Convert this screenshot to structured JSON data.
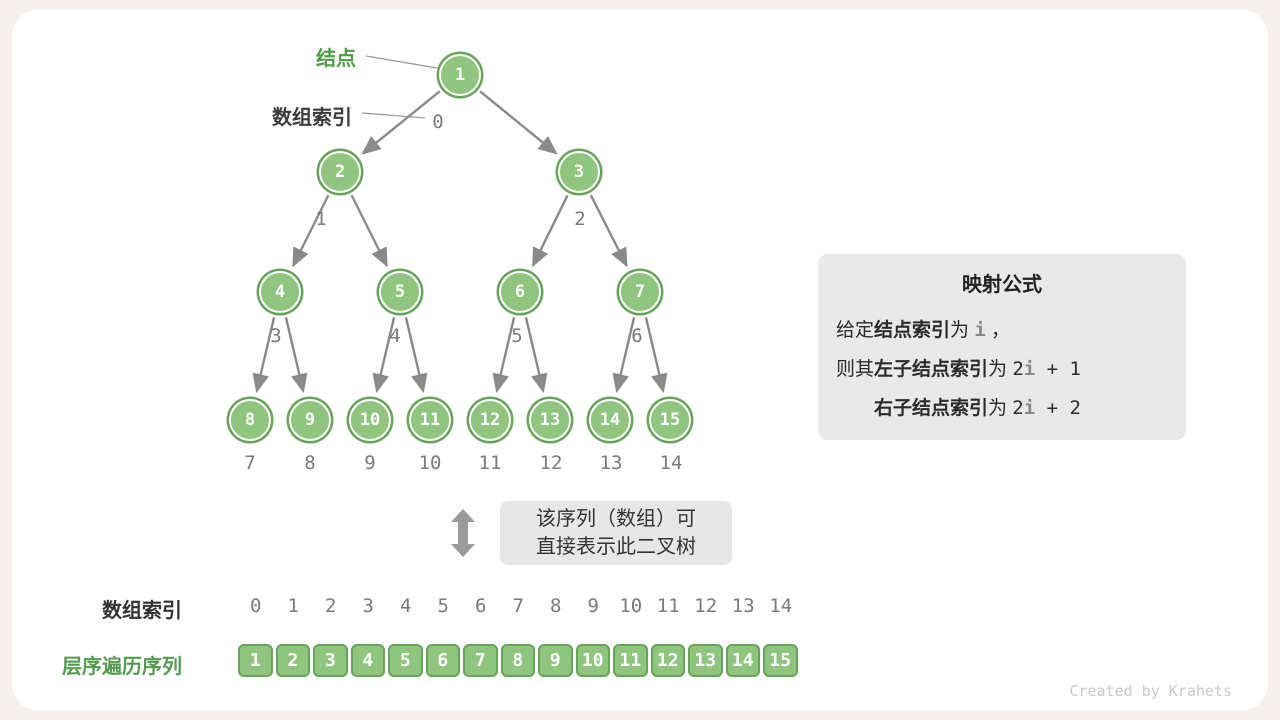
{
  "labels": {
    "node_pointer": "结点",
    "index_pointer": "数组索引",
    "bottom_index": "数组索引",
    "sequence": "层序遍历序列",
    "watermark": "Created by Krahets"
  },
  "colors": {
    "node_fill": "#8fc57f",
    "node_border": "#67a35a",
    "green_text": "#4f9b47",
    "arrow_gray": "#8a8a8a",
    "box_gray": "#e9e9e9"
  },
  "tree": {
    "values": [
      "1",
      "2",
      "3",
      "4",
      "5",
      "6",
      "7",
      "8",
      "9",
      "10",
      "11",
      "12",
      "13",
      "14",
      "15"
    ],
    "indices": [
      "0",
      "1",
      "2",
      "3",
      "4",
      "5",
      "6",
      "7",
      "8",
      "9",
      "10",
      "11",
      "12",
      "13",
      "14"
    ]
  },
  "formula": {
    "title": "映射公式",
    "lines": [
      {
        "indent": false,
        "segments": [
          {
            "t": "给定"
          },
          {
            "t": "结点索引",
            "b": true
          },
          {
            "t": "为 "
          },
          {
            "t": "i",
            "code": true,
            "dim": true
          },
          {
            "t": " ，"
          }
        ]
      },
      {
        "indent": false,
        "segments": [
          {
            "t": "则其"
          },
          {
            "t": "左子结点索引",
            "b": true
          },
          {
            "t": "为 "
          },
          {
            "t": "2",
            "code": true
          },
          {
            "t": "i",
            "code": true,
            "dim": true
          },
          {
            "t": " + 1",
            "code": true
          }
        ]
      },
      {
        "indent": true,
        "segments": [
          {
            "t": "右子结点索引",
            "b": true
          },
          {
            "t": "为 "
          },
          {
            "t": "2",
            "code": true
          },
          {
            "t": "i",
            "code": true,
            "dim": true
          },
          {
            "t": " + 2",
            "code": true
          }
        ]
      }
    ]
  },
  "note": {
    "line1": "该序列（数组）可",
    "line2": "直接表示此二叉树"
  },
  "bottom": {
    "indices": [
      "0",
      "1",
      "2",
      "3",
      "4",
      "5",
      "6",
      "7",
      "8",
      "9",
      "10",
      "11",
      "12",
      "13",
      "14"
    ],
    "values": [
      "1",
      "2",
      "3",
      "4",
      "5",
      "6",
      "7",
      "8",
      "9",
      "10",
      "11",
      "12",
      "13",
      "14",
      "15"
    ]
  }
}
